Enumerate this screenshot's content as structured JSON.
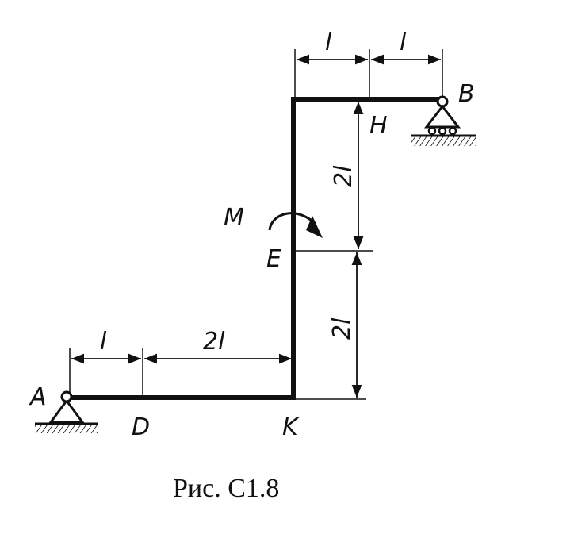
{
  "points": {
    "A": "A",
    "B": "B",
    "D": "D",
    "E": "E",
    "H": "H",
    "K": "K",
    "M": "M"
  },
  "dimensions": {
    "top_left": "l",
    "top_right": "l",
    "right_upper": "2l",
    "right_lower": "2l",
    "bottom_left": "l",
    "bottom_right": "2l"
  },
  "caption": "Рис. С1.8"
}
